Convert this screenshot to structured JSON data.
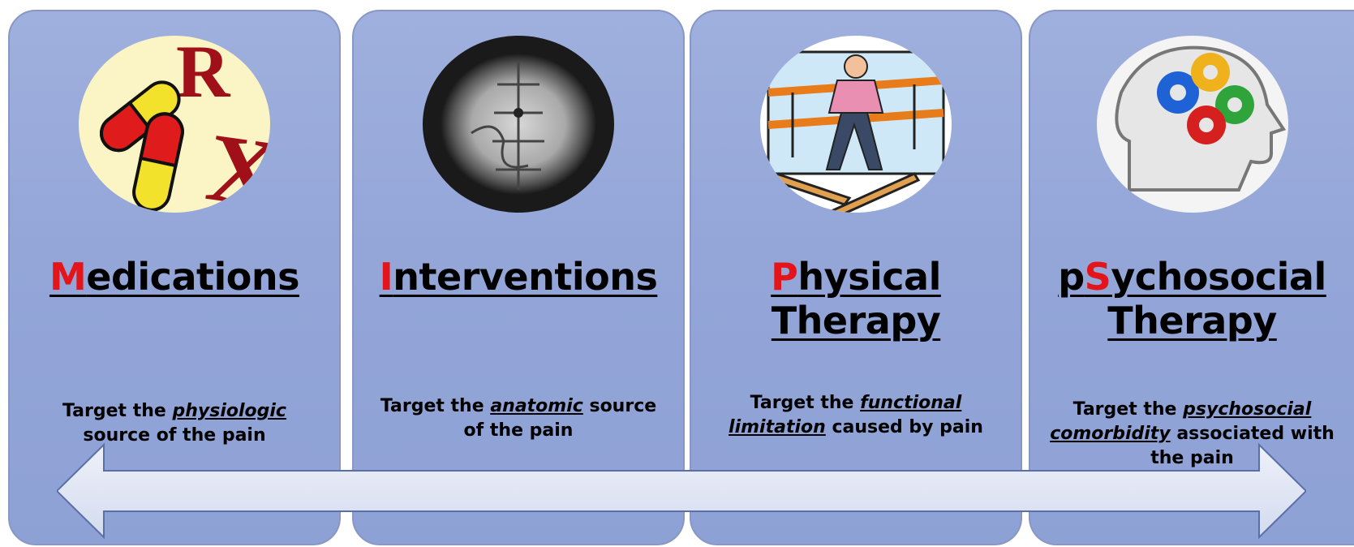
{
  "panels": [
    {
      "icon": "rx-pills-icon",
      "title_highlight": "M",
      "title_rest": "edications",
      "title_line2": "",
      "desc_before": "Target the ",
      "desc_em": "physiologic ",
      "desc_after": "source of the pain"
    },
    {
      "icon": "xray-spine-icon",
      "title_highlight": "I",
      "title_rest": "nterventions",
      "title_line2": "",
      "desc_before": "Target the ",
      "desc_em": "anatomic",
      "desc_after": " source of the pain"
    },
    {
      "icon": "physical-therapy-icon",
      "title_highlight": "P",
      "title_rest": "hysical",
      "title_line2": "Therapy",
      "desc_before": "Target the ",
      "desc_em": "functional limitation",
      "desc_after": " caused by pain"
    },
    {
      "icon": "brain-gears-icon",
      "title_prefix": "p",
      "title_highlight": "S",
      "title_rest": "ychosocial",
      "title_line2": "Therapy",
      "desc_before": "Target the ",
      "desc_em": "psychosocial comorbidity",
      "desc_after": " associated with the pain"
    }
  ],
  "colors": {
    "panel": "#94a6d8",
    "highlight": "#e3151a",
    "arrow": "#dde3f2"
  }
}
